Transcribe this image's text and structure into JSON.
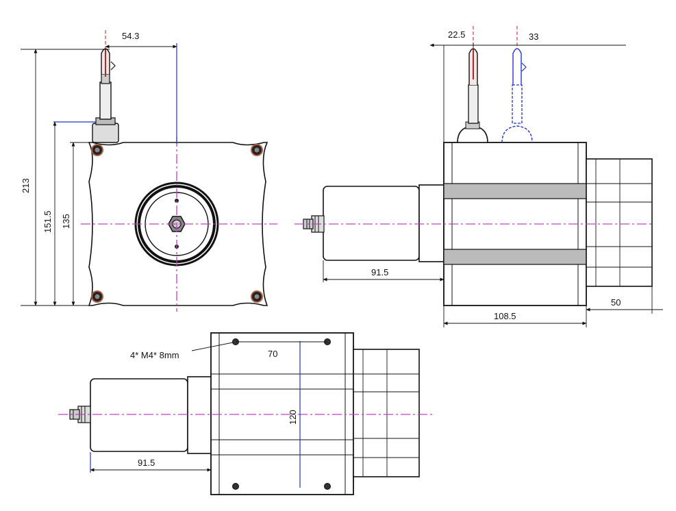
{
  "dimensions": {
    "front_offset": "54.3",
    "front_total_height": "213",
    "front_outlet_height": "151.5",
    "front_body_height": "135",
    "side_offset_a": "22.5",
    "side_offset_b": "33",
    "side_motor_length": "91.5",
    "side_body_length": "108.5",
    "side_rear_length": "50",
    "bottom_hole_spacing": "70",
    "bottom_hole_callout": "4* M4* 8mm",
    "bottom_hole_vertical": "120",
    "bottom_motor_length": "91.5"
  },
  "colors": {
    "outline": "#111111",
    "centerline": "#c040c0",
    "reference_line": "#2233cc",
    "hole_ring": "#b06040",
    "alt_position": "#2233cc"
  }
}
